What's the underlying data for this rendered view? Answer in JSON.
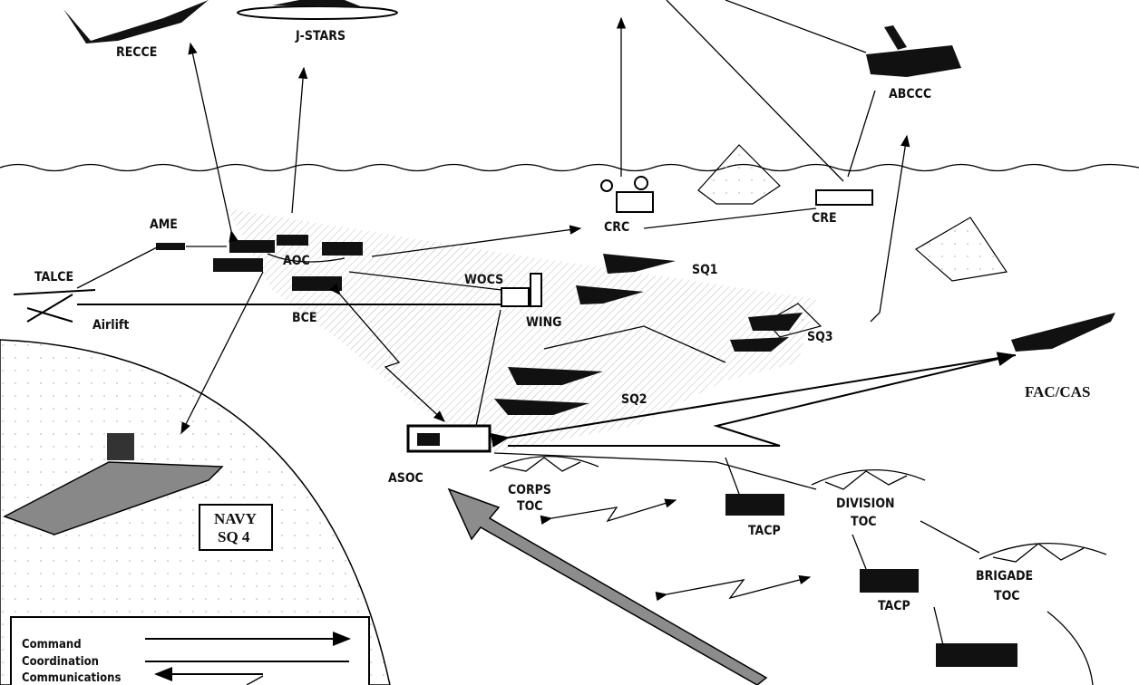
{
  "labels": {
    "recce": "RECCE",
    "jstars": "J-STARS",
    "abccc": "ABCCC",
    "ame": "AME",
    "talce": "TALCE",
    "airlift": "Airlift",
    "aoc": "AOC",
    "bce": "BCE",
    "wocs": "WOCS",
    "wing": "WING",
    "crc": "CRC",
    "cre": "CRE",
    "sq1": "SQ1",
    "sq2": "SQ2",
    "sq3": "SQ3",
    "fac_cas": "FAC/CAS",
    "asoc": "ASOC",
    "corps_toc_1": "CORPS",
    "corps_toc_2": "TOC",
    "tacp_1": "TACP",
    "division_toc_1": "DIVISION",
    "division_toc_2": "TOC",
    "tacp_2": "TACP",
    "brigade_toc_1": "BRIGADE",
    "brigade_toc_2": "TOC",
    "navy_1": "NAVY",
    "navy_2": "SQ 4"
  },
  "legend": {
    "items": [
      "Command",
      "Coordination",
      "Communications"
    ]
  },
  "colors": {
    "ink": "#111111",
    "big_arrow": "#8c8c8c",
    "hatch": "#bbbbbb"
  }
}
